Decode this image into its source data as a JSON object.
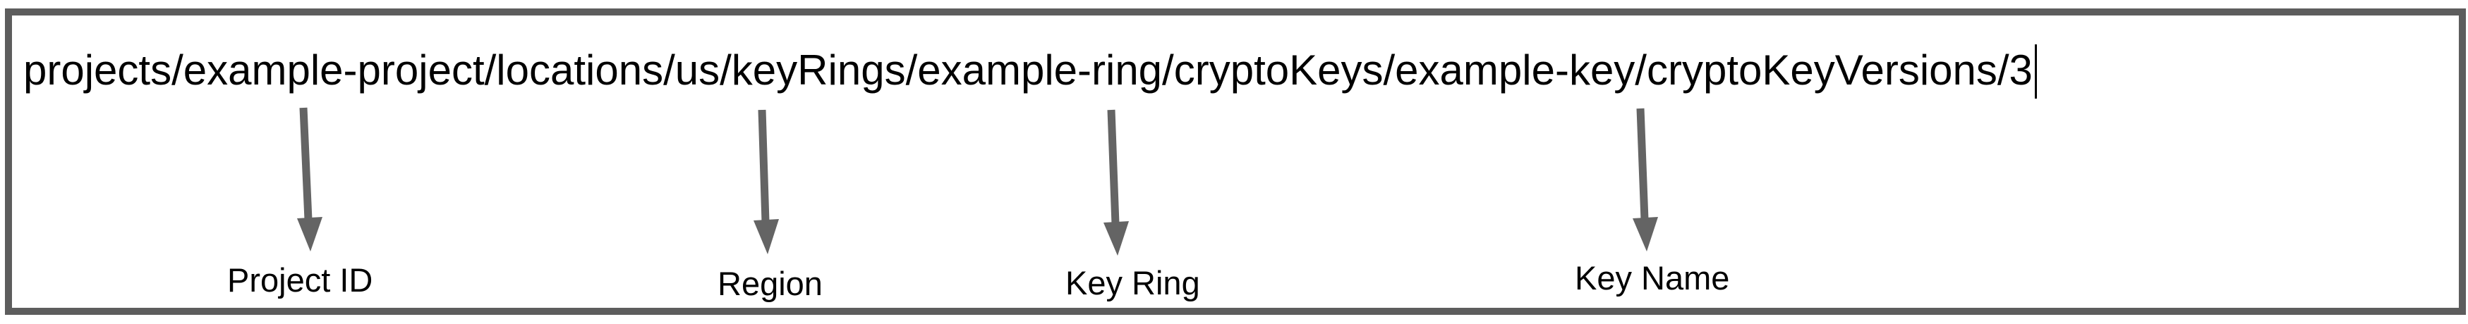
{
  "resource_path": {
    "value": "projects/example-project/locations/us/keyRings/example-ring/cryptoKeys/example-key/cryptoKeyVersions/3",
    "cursor_visible": true
  },
  "annotations": [
    {
      "label": "Project ID",
      "target_segment": "example-project"
    },
    {
      "label": "Region",
      "target_segment": "us"
    },
    {
      "label": "Key Ring",
      "target_segment": "example-ring"
    },
    {
      "label": "Key Name",
      "target_segment": "example-key"
    }
  ],
  "colors": {
    "border": "#5d5d5d",
    "arrow": "#646464",
    "text": "#000000"
  }
}
